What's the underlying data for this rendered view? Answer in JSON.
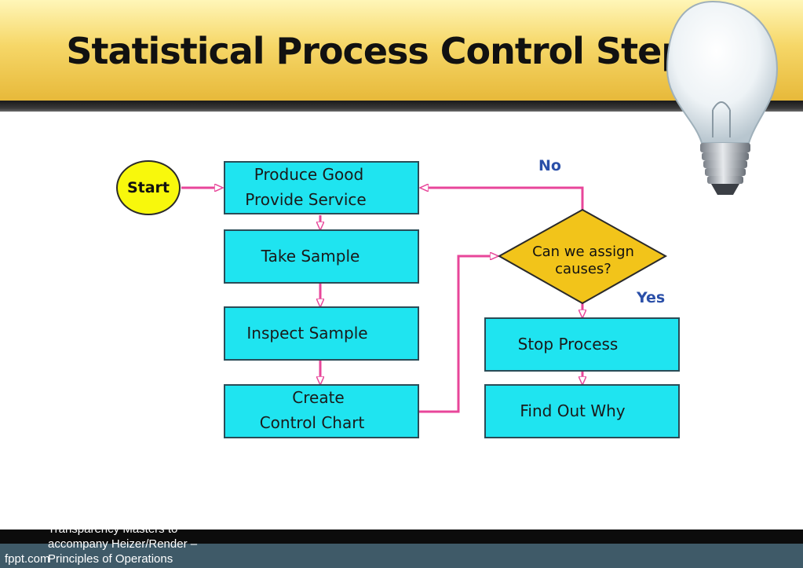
{
  "slide": {
    "title": "Statistical Process Control Steps"
  },
  "flowchart": {
    "start_label": "Start",
    "steps": {
      "produce": {
        "line1": "Produce Good",
        "line2": "Provide Service"
      },
      "take_sample": "Take Sample",
      "inspect_sample": "Inspect Sample",
      "create_chart": {
        "line1": "Create",
        "line2": "Control Chart"
      },
      "stop_process": "Stop Process",
      "find_out_why": "Find Out Why"
    },
    "decision": {
      "line1": "Can we assign",
      "line2": "causes?"
    },
    "edge_labels": {
      "no": "No",
      "yes": "Yes"
    }
  },
  "footer": {
    "note_lines": [
      "Transparency Masters to",
      "accompany Heizer/Render –",
      "Principles of Operations"
    ],
    "watermark": "fppt.com"
  },
  "colors": {
    "box_fill": "#1fe4f0",
    "start_fill": "#f8f80c",
    "diamond_fill": "#f2c41a",
    "connector": "#e8469a",
    "label_blue": "#2a4fa8"
  },
  "icons": [
    "light-bulb-icon"
  ]
}
